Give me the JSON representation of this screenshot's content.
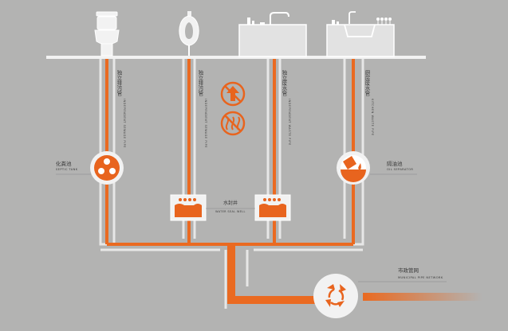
{
  "colors": {
    "background": "#b3b3b2",
    "pipe_orange": "#ea6a21",
    "pipe_white": "#e7e7e7",
    "floor": "#f2f2f2",
    "icon_orange": "#e8641e",
    "label_text": "#3a3a3a",
    "leader_line": "#8a8a8a"
  },
  "fixtures": [
    {
      "icon": "toilet-icon"
    },
    {
      "icon": "urinal-icon"
    },
    {
      "icon": "washbasin-counter-icon"
    },
    {
      "icon": "kitchen-sink-icon"
    }
  ],
  "pipes": {
    "toilet": {
      "zh": "独立排污管",
      "en": "INDEPENDENT SEWAGE PIPE"
    },
    "urinal": {
      "zh": "独立排污管",
      "en": "INDEPENDENT SEWAGE PIPE"
    },
    "waste": {
      "zh": "独立废水管",
      "en": "INDEPENDENT WASTE PIPE"
    },
    "kitchen": {
      "zh": "厨房废水管",
      "en": "KITCHEN WASTE PIPE"
    }
  },
  "tanks": {
    "septic": {
      "zh": "化粪池",
      "en": "SEPTIC TANK",
      "icon": "septic-tank-icon"
    },
    "oil": {
      "zh": "隔油池",
      "en": "OIL SEPARATOR",
      "icon": "oil-separator-icon"
    }
  },
  "seal_well": {
    "zh": "水封井",
    "en": "WATER SEAL WELL"
  },
  "network": {
    "zh": "市政管网",
    "en": "MUNICIPAL PIPE NETWORK",
    "icon": "recycle-icon"
  },
  "prohibition_icons": [
    "no-backflow-icon",
    "no-odor-icon"
  ]
}
